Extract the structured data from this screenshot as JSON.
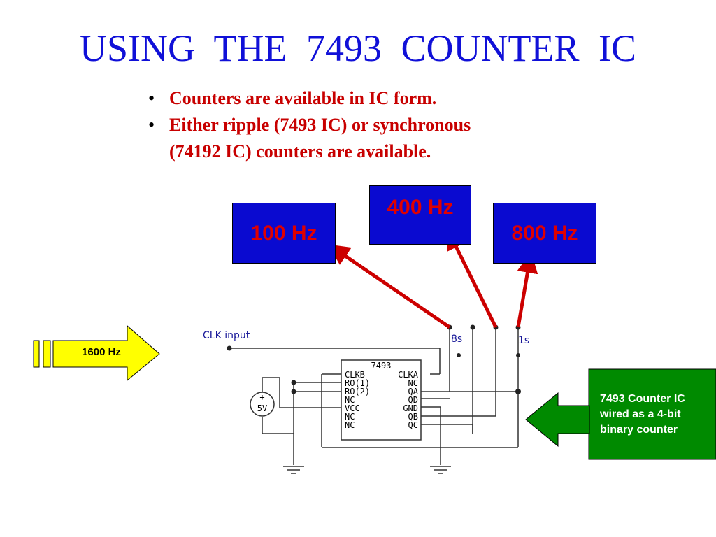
{
  "title": "USING  THE  7493  COUNTER  IC",
  "bullets": [
    "Counters are available in IC form.",
    "Either ripple (7493 IC) or synchronous\n(74192 IC) counters are available."
  ],
  "freq_boxes": {
    "f100": "100 Hz",
    "f400": "400 Hz",
    "f800": "800 Hz"
  },
  "input_arrow_label": "1600 Hz",
  "note_arrow_label": "7493 Counter IC\nwired as a 4-bit\nbinary counter",
  "circuit": {
    "clk_input_label": "CLK input",
    "label_8s": "8s",
    "label_1s": "1s",
    "ic_name": "7493",
    "left_pins": [
      "CLKB",
      "RO(1)",
      "RO(2)",
      "NC",
      "VCC",
      "NC",
      "NC"
    ],
    "right_pins": [
      "CLKA",
      "NC",
      "QA",
      "QD",
      "GND",
      "QB",
      "QC"
    ],
    "supply_plus": "+",
    "supply_voltage": "5V"
  },
  "colors": {
    "title": "#1010d8",
    "bullet_text": "#c80000",
    "freq_box_fill": "#0a0ad0",
    "freq_box_text": "#e00000",
    "red_arrow": "#cc0000",
    "input_arrow_fill": "#ffff00",
    "note_arrow_fill": "#008a00",
    "circuit_label": "#1a1a9a"
  }
}
